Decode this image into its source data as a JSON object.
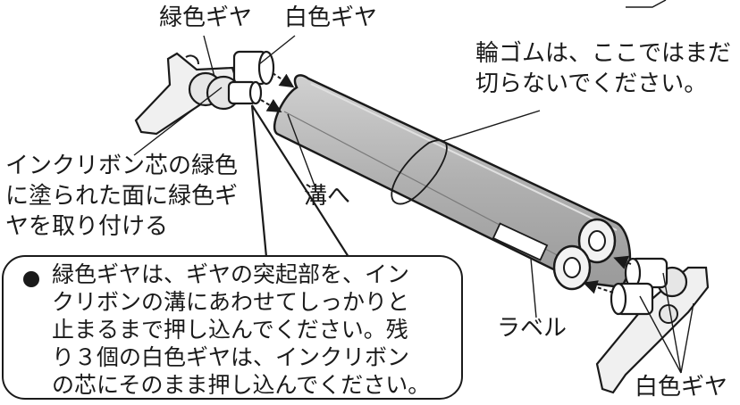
{
  "labels": {
    "green_gear_top": "緑色ギヤ",
    "white_gear_top": "白色ギヤ",
    "rubber_band_note": [
      "輪ゴムは、ここではまだ",
      "切らないでください。"
    ],
    "core_green_face": [
      "インクリボン芯の緑色",
      "に塗られた面に緑色ギ",
      "ヤを取り付ける"
    ],
    "groove": "溝へ",
    "label": "ラベル",
    "white_gear_bottom": "白色ギヤ"
  },
  "note": {
    "lines": [
      "緑色ギヤは、ギヤの突起部を、イン",
      "クリボンの溝にあわせてしっかりと",
      "止まるまで押し込んでください。残",
      "り３個の白色ギヤは、インクリボン",
      "の芯にそのまま押し込んでください。"
    ]
  },
  "colors": {
    "roll_fill": "#b3b3b3",
    "gear_fill": "#e6e6e6",
    "line": "#1a1a1a"
  }
}
